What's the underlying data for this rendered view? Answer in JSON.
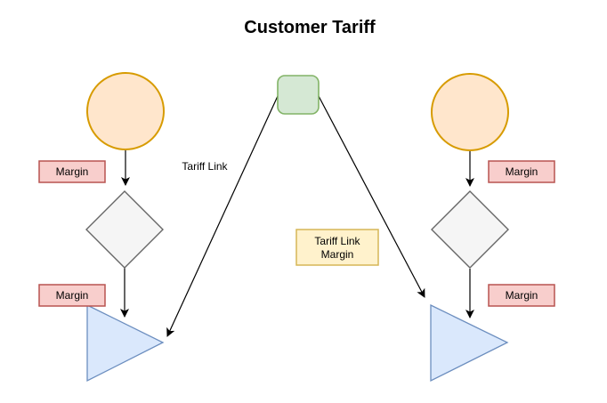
{
  "title": "Customer Tariff",
  "nodes": {
    "customer_left": {
      "shape": "circle"
    },
    "customer_right": {
      "shape": "circle"
    },
    "tariff": {
      "shape": "rounded-square"
    },
    "decision_left": {
      "shape": "diamond"
    },
    "decision_right": {
      "shape": "diamond"
    },
    "output_left": {
      "shape": "triangle"
    },
    "output_right": {
      "shape": "triangle"
    }
  },
  "labels": {
    "margin_left_top": "Margin",
    "margin_left_bottom": "Margin",
    "margin_right_top": "Margin",
    "margin_right_bottom": "Margin",
    "tariff_link": "Tariff Link",
    "tariff_link_margin_line1": "Tariff Link",
    "tariff_link_margin_line2": "Margin"
  },
  "colors": {
    "circle_fill": "#FFE6CC",
    "circle_stroke": "#D79B00",
    "square_fill": "#D5E8D4",
    "square_stroke": "#82B366",
    "diamond_fill": "#F5F5F5",
    "diamond_stroke": "#666666",
    "triangle_fill": "#DAE8FC",
    "triangle_stroke": "#6C8EBF",
    "margin_fill": "#F8CECC",
    "margin_stroke": "#B85450",
    "tariff_margin_fill": "#FFF2CC",
    "tariff_margin_stroke": "#D6B656",
    "arrow": "#000000"
  }
}
